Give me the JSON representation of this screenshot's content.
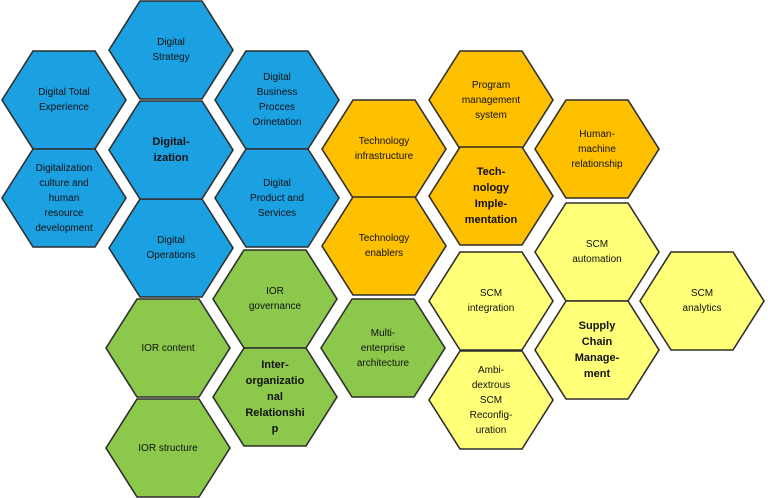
{
  "colors": {
    "digitalization": "#1ba1e2",
    "technology": "#ffc000",
    "ior": "#8cc84b",
    "scm": "#ffff78",
    "outline": "#2e2e2e"
  },
  "clusters": [
    {
      "key": "digitalization",
      "color_key": "digitalization",
      "center": "Digital-\nization",
      "items": [
        "Digital\nStrategy",
        "Digital Total\nExperience",
        "Digital\nBusiness\nProcces\nOrinetation",
        "Digitalization\nculture and\nhuman\nresource\ndevelopment",
        "Digital\nProduct and\nServices",
        "Digital\nOperations"
      ]
    },
    {
      "key": "technology",
      "color_key": "technology",
      "center": "Tech-\nnology\nImple-\nmentation",
      "items": [
        "Program\nmanagement\nsystem",
        "Technology\ninfrastructure",
        "Human-\nmachine\nrelationship",
        "Technology\nenablers"
      ]
    },
    {
      "key": "ior",
      "color_key": "ior",
      "center": "Inter-\norganizatio\nnal\nRelationshi\np",
      "items": [
        "IOR\ngovernance",
        "IOR content",
        "Multi-\nenterprise\narchitecture",
        "IOR structure"
      ]
    },
    {
      "key": "scm",
      "color_key": "scm",
      "center": "Supply\nChain\nManage-\nment",
      "items": [
        "SCM\nautomation",
        "SCM\nintegration",
        "SCM\nanalytics",
        "Ambi-\ndextrous\nSCM\nReconfig-\nuration"
      ]
    }
  ]
}
